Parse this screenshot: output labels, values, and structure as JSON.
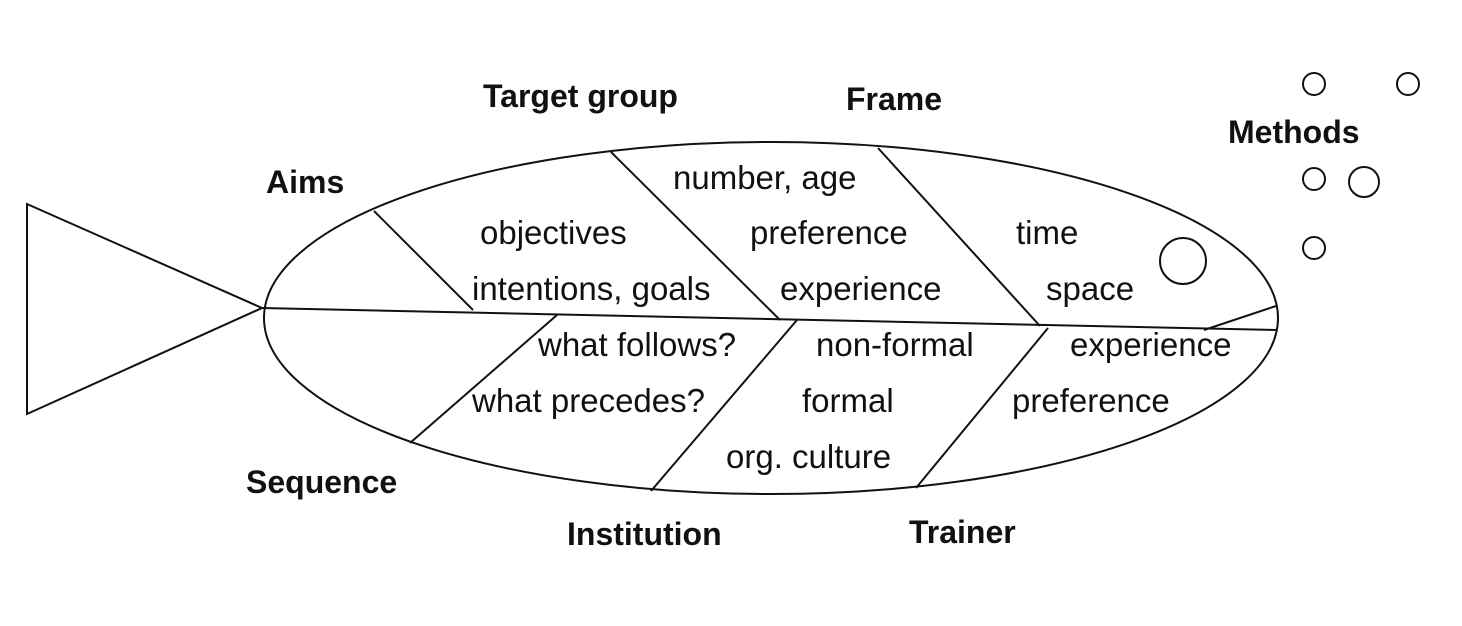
{
  "categories": {
    "aims": "Aims",
    "target_group": "Target group",
    "frame": "Frame",
    "methods": "Methods",
    "sequence": "Sequence",
    "institution": "Institution",
    "trainer": "Trainer"
  },
  "items": {
    "aims": [
      "objectives",
      "intentions, goals"
    ],
    "target_group": [
      "number, age",
      "preference",
      "experience"
    ],
    "frame": [
      "time",
      "space"
    ],
    "sequence": [
      "what follows?",
      "what precedes?"
    ],
    "institution": [
      "non-formal",
      "formal",
      "org. culture"
    ],
    "trainer": [
      "experience",
      "preference"
    ]
  }
}
